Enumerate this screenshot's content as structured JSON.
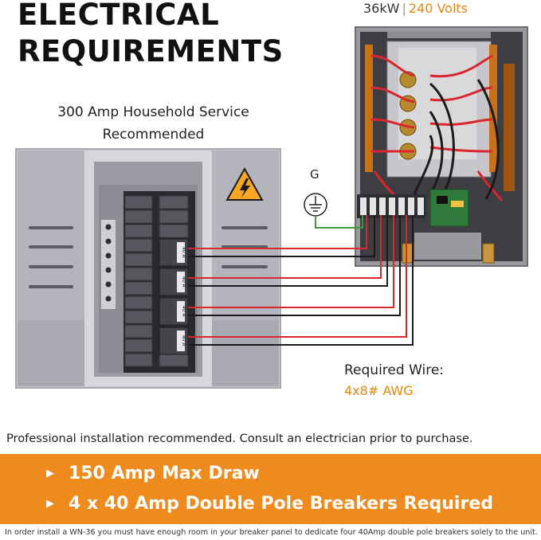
{
  "title": {
    "line1": "ELECTRICAL",
    "line2": "REQUIREMENTS"
  },
  "service": {
    "line1": "300 Amp Household Service",
    "line2": "Recommended"
  },
  "spec": {
    "power": "36kW",
    "separator": "|",
    "voltage": "240 Volts"
  },
  "ground_label": "G",
  "breaker_labels": [
    "40 A",
    "40 A",
    "40 A",
    "40 A"
  ],
  "wire": {
    "title": "Required Wire:",
    "value": "4x8# AWG"
  },
  "note": "Professional installation recommended. Consult an electrician prior to purchase.",
  "banner": {
    "items": [
      "150 Amp Max Draw",
      "4 x 40 Amp Double Pole Breakers Required"
    ],
    "color": "#ef8a1c"
  },
  "footer": "In order install a WN-36 you must have enough room in your breaker panel to dedicate four 40Amp double pole breakers solely to the unit.",
  "colors": {
    "accent": "#e8870e",
    "wire_red": "#d8262c",
    "wire_black": "#1a1a1a",
    "ground_green": "#3a9a3a"
  },
  "icons": [
    "warning-icon",
    "ground-icon",
    "arrow-right-icon"
  ]
}
